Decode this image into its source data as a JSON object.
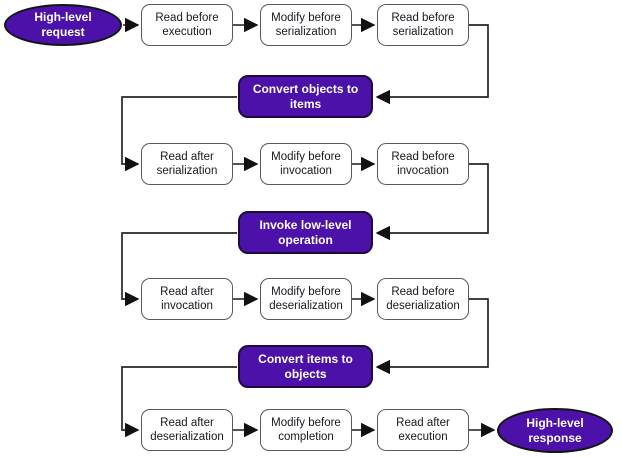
{
  "colors": {
    "accent_purple": "#4b11a8",
    "purple_border": "#1e0a3c",
    "box_border": "#595959",
    "box_fill": "#ffffff",
    "connector": "#262626",
    "text_dark": "#16191f",
    "text_light": "#ffffff"
  },
  "flow": {
    "start_label": "High-level request",
    "end_label": "High-level response",
    "stages": [
      {
        "hooks": [
          "Read before execution",
          "Modify before serialization",
          "Read before serialization"
        ],
        "action": "Convert objects to items"
      },
      {
        "hooks": [
          "Read after serialization",
          "Modify before invocation",
          "Read before invocation"
        ],
        "action": "Invoke low-level operation"
      },
      {
        "hooks": [
          "Read after invocation",
          "Modify before deserialization",
          "Read before deserialization"
        ],
        "action": "Convert items to objects"
      },
      {
        "hooks": [
          "Read after deserialization",
          "Modify before completion",
          "Read after execution"
        ]
      }
    ]
  }
}
